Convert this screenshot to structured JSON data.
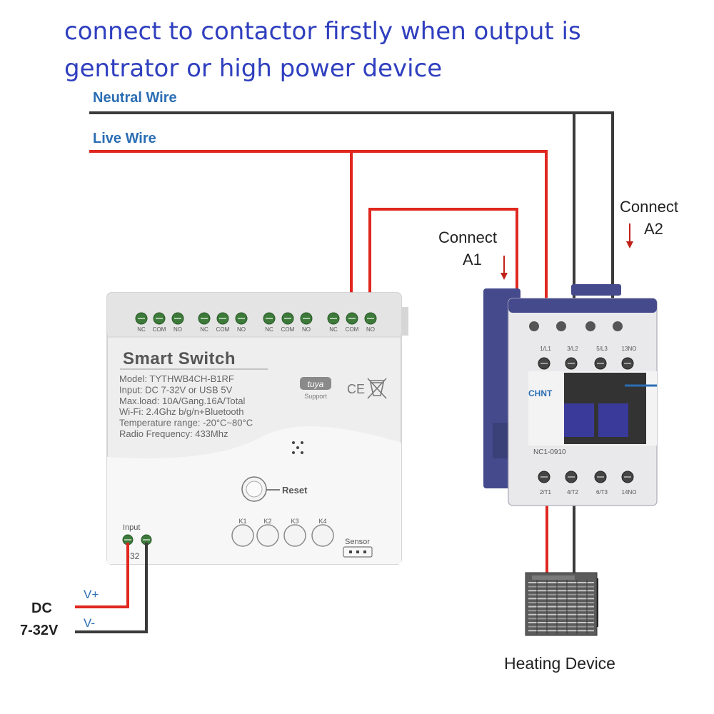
{
  "header": {
    "line1": "connect to contactor firstly when output is",
    "line2": "gentrator or high power device"
  },
  "wires": {
    "neutral_label": "Neutral Wire",
    "live_label": "Live Wire",
    "connect_a1_line1": "Connect",
    "connect_a1_line2": "A1",
    "connect_a2_line1": "Connect",
    "connect_a2_line2": "A2"
  },
  "smart_switch": {
    "title": "Smart  Switch",
    "specs": [
      "Model:  TYTHWB4CH-B1RF",
      "Input:  DC 7-32V or USB 5V",
      "Max.load:  10A/Gang.16A/Total",
      "Wi-Fi:  2.4Ghz b/g/n+Bluetooth",
      "Temperature range: -20°C~80°C",
      "Radio Frequency:  433Mhz"
    ],
    "terminal_labels": [
      "NC",
      "COM",
      "NO",
      "NC",
      "COM",
      "NO",
      "NC",
      "COM",
      "NO",
      "NC",
      "COM",
      "NO"
    ],
    "tuya_brand": "tuya",
    "tuya_support": "Support",
    "ce_mark": "CE",
    "reset_label": "Reset",
    "buttons": [
      "K1",
      "K2",
      "K3",
      "K4"
    ],
    "input_label": "Input",
    "input_voltage": "-32",
    "sensor_label": "Sensor"
  },
  "contactor": {
    "brand": "CHNT",
    "model": "NC1-0910",
    "top_terminals": [
      "1/L1",
      "3/L2",
      "5/L3",
      "13NO"
    ],
    "bottom_terminals": [
      "2/T1",
      "4/T2",
      "6/T3",
      "14NO"
    ]
  },
  "dc_input": {
    "dc_label": "DC",
    "range_label": "7-32V",
    "vplus": "V+",
    "vminus": "V-"
  },
  "load": {
    "label": "Heating Device"
  },
  "colors": {
    "header_text": "#2f3fbf",
    "label_blue": "#2a6db3",
    "live_wire": "#e0271f",
    "neutral_wire": "#3a3a3a",
    "arrow": "#c0221a",
    "contactor_body": "#444a8c"
  }
}
